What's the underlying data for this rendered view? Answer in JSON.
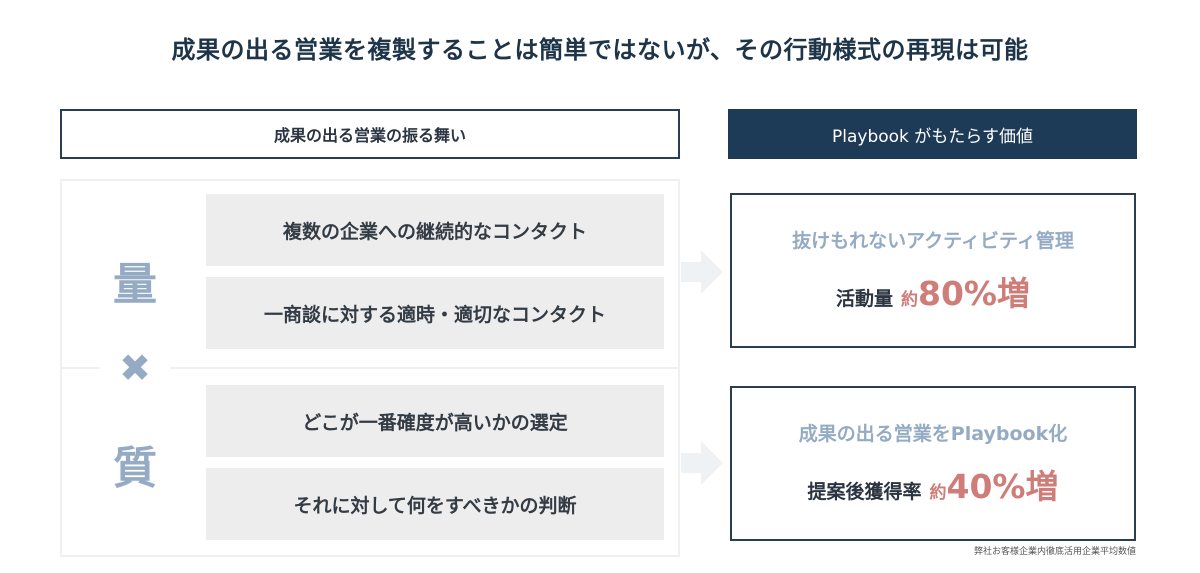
{
  "title": "成果の出る営業を複製することは簡単ではないが、その行動様式の再現は可能",
  "left_header": "成果の出る営業の振る舞い",
  "right_header": "Playbook がもたらす価値",
  "quantity": {
    "char": "量",
    "items": [
      "複数の企業への継続的なコンタクト",
      "一商談に対する適時・適切なコンタクト"
    ]
  },
  "times_symbol": "✖",
  "quality": {
    "char": "質",
    "items": [
      "どこが一番確度が高いかの選定",
      "それに対して何をすべきかの判断"
    ]
  },
  "results": [
    {
      "headline": "抜けもれないアクティビティ管理",
      "label": "活動量",
      "prefix": "約",
      "value": "80%増"
    },
    {
      "headline": "成果の出る営業をPlaybook化",
      "label": "提案後獲得率",
      "prefix": "約",
      "value": "40%増"
    }
  ],
  "footnote": "弊社お客様企業内徹底活用企業平均数値",
  "colors": {
    "navy": "#1d3a56",
    "accent": "#cf7d78",
    "muted_blue": "#94abc3",
    "item_bg": "#ededed"
  }
}
